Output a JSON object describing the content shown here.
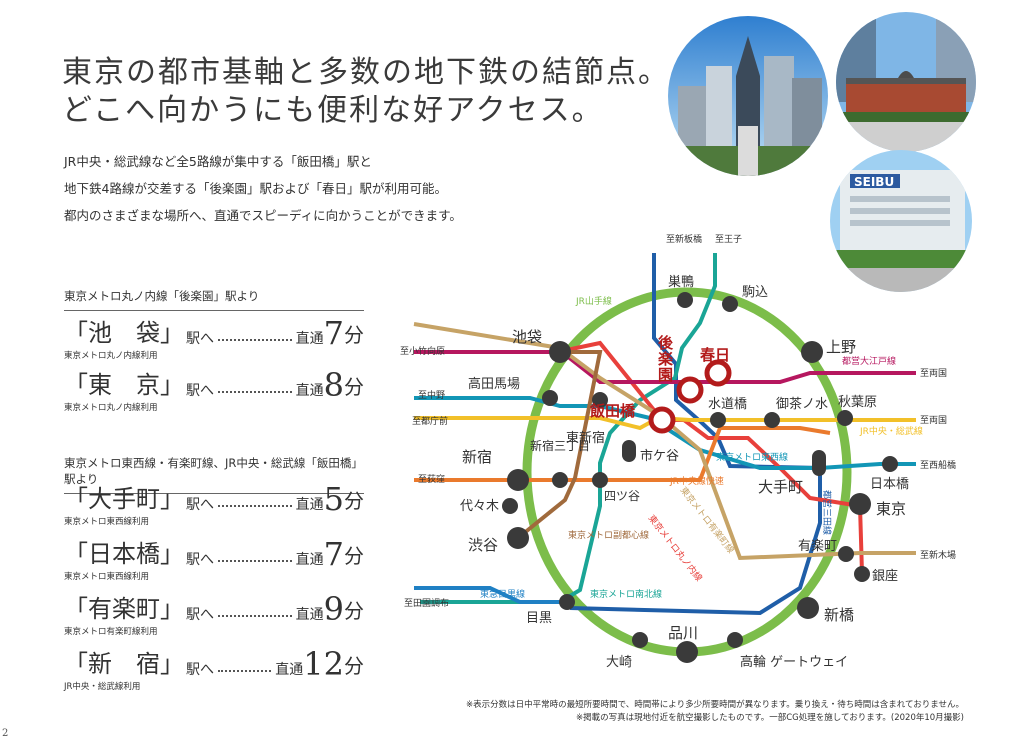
{
  "headline": {
    "line1": "東京の都市基軸と多数の地下鉄の結節点。",
    "line2": "どこへ向かうにも便利な好アクセス。"
  },
  "intro": {
    "line1": "JR中央・総武線など全5路線が集中する「飯田橋」駅と",
    "line2": "地下鉄4路線が交差する「後楽園」駅および「春日」駅が利用可能。",
    "line3": "都内のさまざまな場所へ、直通でスピーディに向かうことができます。"
  },
  "section1": {
    "heading": "東京メトロ丸ノ内線「後楽園」駅より",
    "routes": [
      {
        "station": "「池　袋」",
        "e": "駅へ",
        "chokutsu": "直通",
        "num": "7",
        "unit": "分",
        "note": "東京メトロ丸ノ内線利用"
      },
      {
        "station": "「東　京」",
        "e": "駅へ",
        "chokutsu": "直通",
        "num": "8",
        "unit": "分",
        "note": "東京メトロ丸ノ内線利用"
      }
    ]
  },
  "section2": {
    "heading": "東京メトロ東西線・有楽町線、JR中央・総武線「飯田橋」駅より",
    "routes": [
      {
        "station": "「大手町」",
        "e": "駅へ",
        "chokutsu": "直通",
        "num": "5",
        "unit": "分",
        "note": "東京メトロ東西線利用"
      },
      {
        "station": "「日本橋」",
        "e": "駅へ",
        "chokutsu": "直通",
        "num": "7",
        "unit": "分",
        "note": "東京メトロ東西線利用"
      },
      {
        "station": "「有楽町」",
        "e": "駅へ",
        "chokutsu": "直通",
        "num": "9",
        "unit": "分",
        "note": "東京メトロ有楽町線利用"
      },
      {
        "station": "「新　宿」",
        "e": "駅へ",
        "chokutsu": "直通",
        "num": "12",
        "unit": "分",
        "note": "JR中央・総武線利用"
      }
    ]
  },
  "map": {
    "stations": {
      "ikebukuro": "池袋",
      "sugamo": "巣鴨",
      "komagome": "駒込",
      "ueno": "上野",
      "akihabara": "秋葉原",
      "takadanobaba": "高田馬場",
      "shinjuku": "新宿",
      "yoyogi": "代々木",
      "shibuya": "渋谷",
      "meguro": "目黒",
      "osaki": "大崎",
      "shinagawa": "品川",
      "takanawa": "高輪 ゲートウェイ",
      "shimbashi": "新橋",
      "ginza": "銀座",
      "yurakucho": "有楽町",
      "tokyo": "東京",
      "nihombashi": "日本橋",
      "otemachi": "大手町",
      "ochanomizu": "御茶ノ水",
      "suidobashi": "水道橋",
      "iidabashi": "飯田橋",
      "korakuen": "後楽園",
      "kasuga": "春日",
      "higashishinjuku": "東新宿",
      "shinjukusanchome": "新宿三丁目",
      "yotsuya": "四ツ谷",
      "ichigaya": "市ケ谷"
    },
    "destinations": {
      "shinitabashi": "至新板橋",
      "oji": "至王子",
      "kotakemukaihara": "至小竹向原",
      "nakano": "至中野",
      "tochomae": "至都庁前",
      "ogikubo": "至荻窪",
      "ryogoku1": "至両国",
      "ryogoku2": "至両国",
      "nishifunabashi": "至西船橋",
      "shinkiba": "至新木場",
      "denenchofu": "至田園調布"
    },
    "lines": {
      "yamanote": "JR山手線",
      "oedo": "都営大江戸線",
      "chuosobu": "JR中央・総武線",
      "tozai": "東京メトロ東西線",
      "chuorapid": "JR中央線快速",
      "yurakucho": "東京メトロ有楽町線",
      "mita": "都営三田線",
      "marunouchi": "東京メトロ丸ノ内線",
      "fukutoshin": "東京メトロ副都心線",
      "toyoko": "東急目黒線",
      "namboku": "東京メトロ南北線"
    },
    "colors": {
      "yamanote": "#7cbd4a",
      "oedo": "#b6175f",
      "chuosobu": "#f2c029",
      "tozai": "#1296b6",
      "chuorapid": "#ea7a2d",
      "yurakucho": "#c6a366",
      "mita": "#1f5ea8",
      "marunouchi": "#e8403b",
      "fukutoshin": "#a06a3c",
      "namboku": "#1aa596",
      "toyoko": "#1f80c4",
      "highlight": "#b31b1b"
    }
  },
  "footnotes": {
    "line1": "※表示分数は日中平常時の最短所要時間で、時間帯により多少所要時間が異なります。乗り換え・待ち時間は含まれておりません。",
    "line2": "※掲載の写真は現地付近を航空撮影したものです。一部CG処理を施しております。(2020年10月撮影)"
  },
  "page_number": "2"
}
